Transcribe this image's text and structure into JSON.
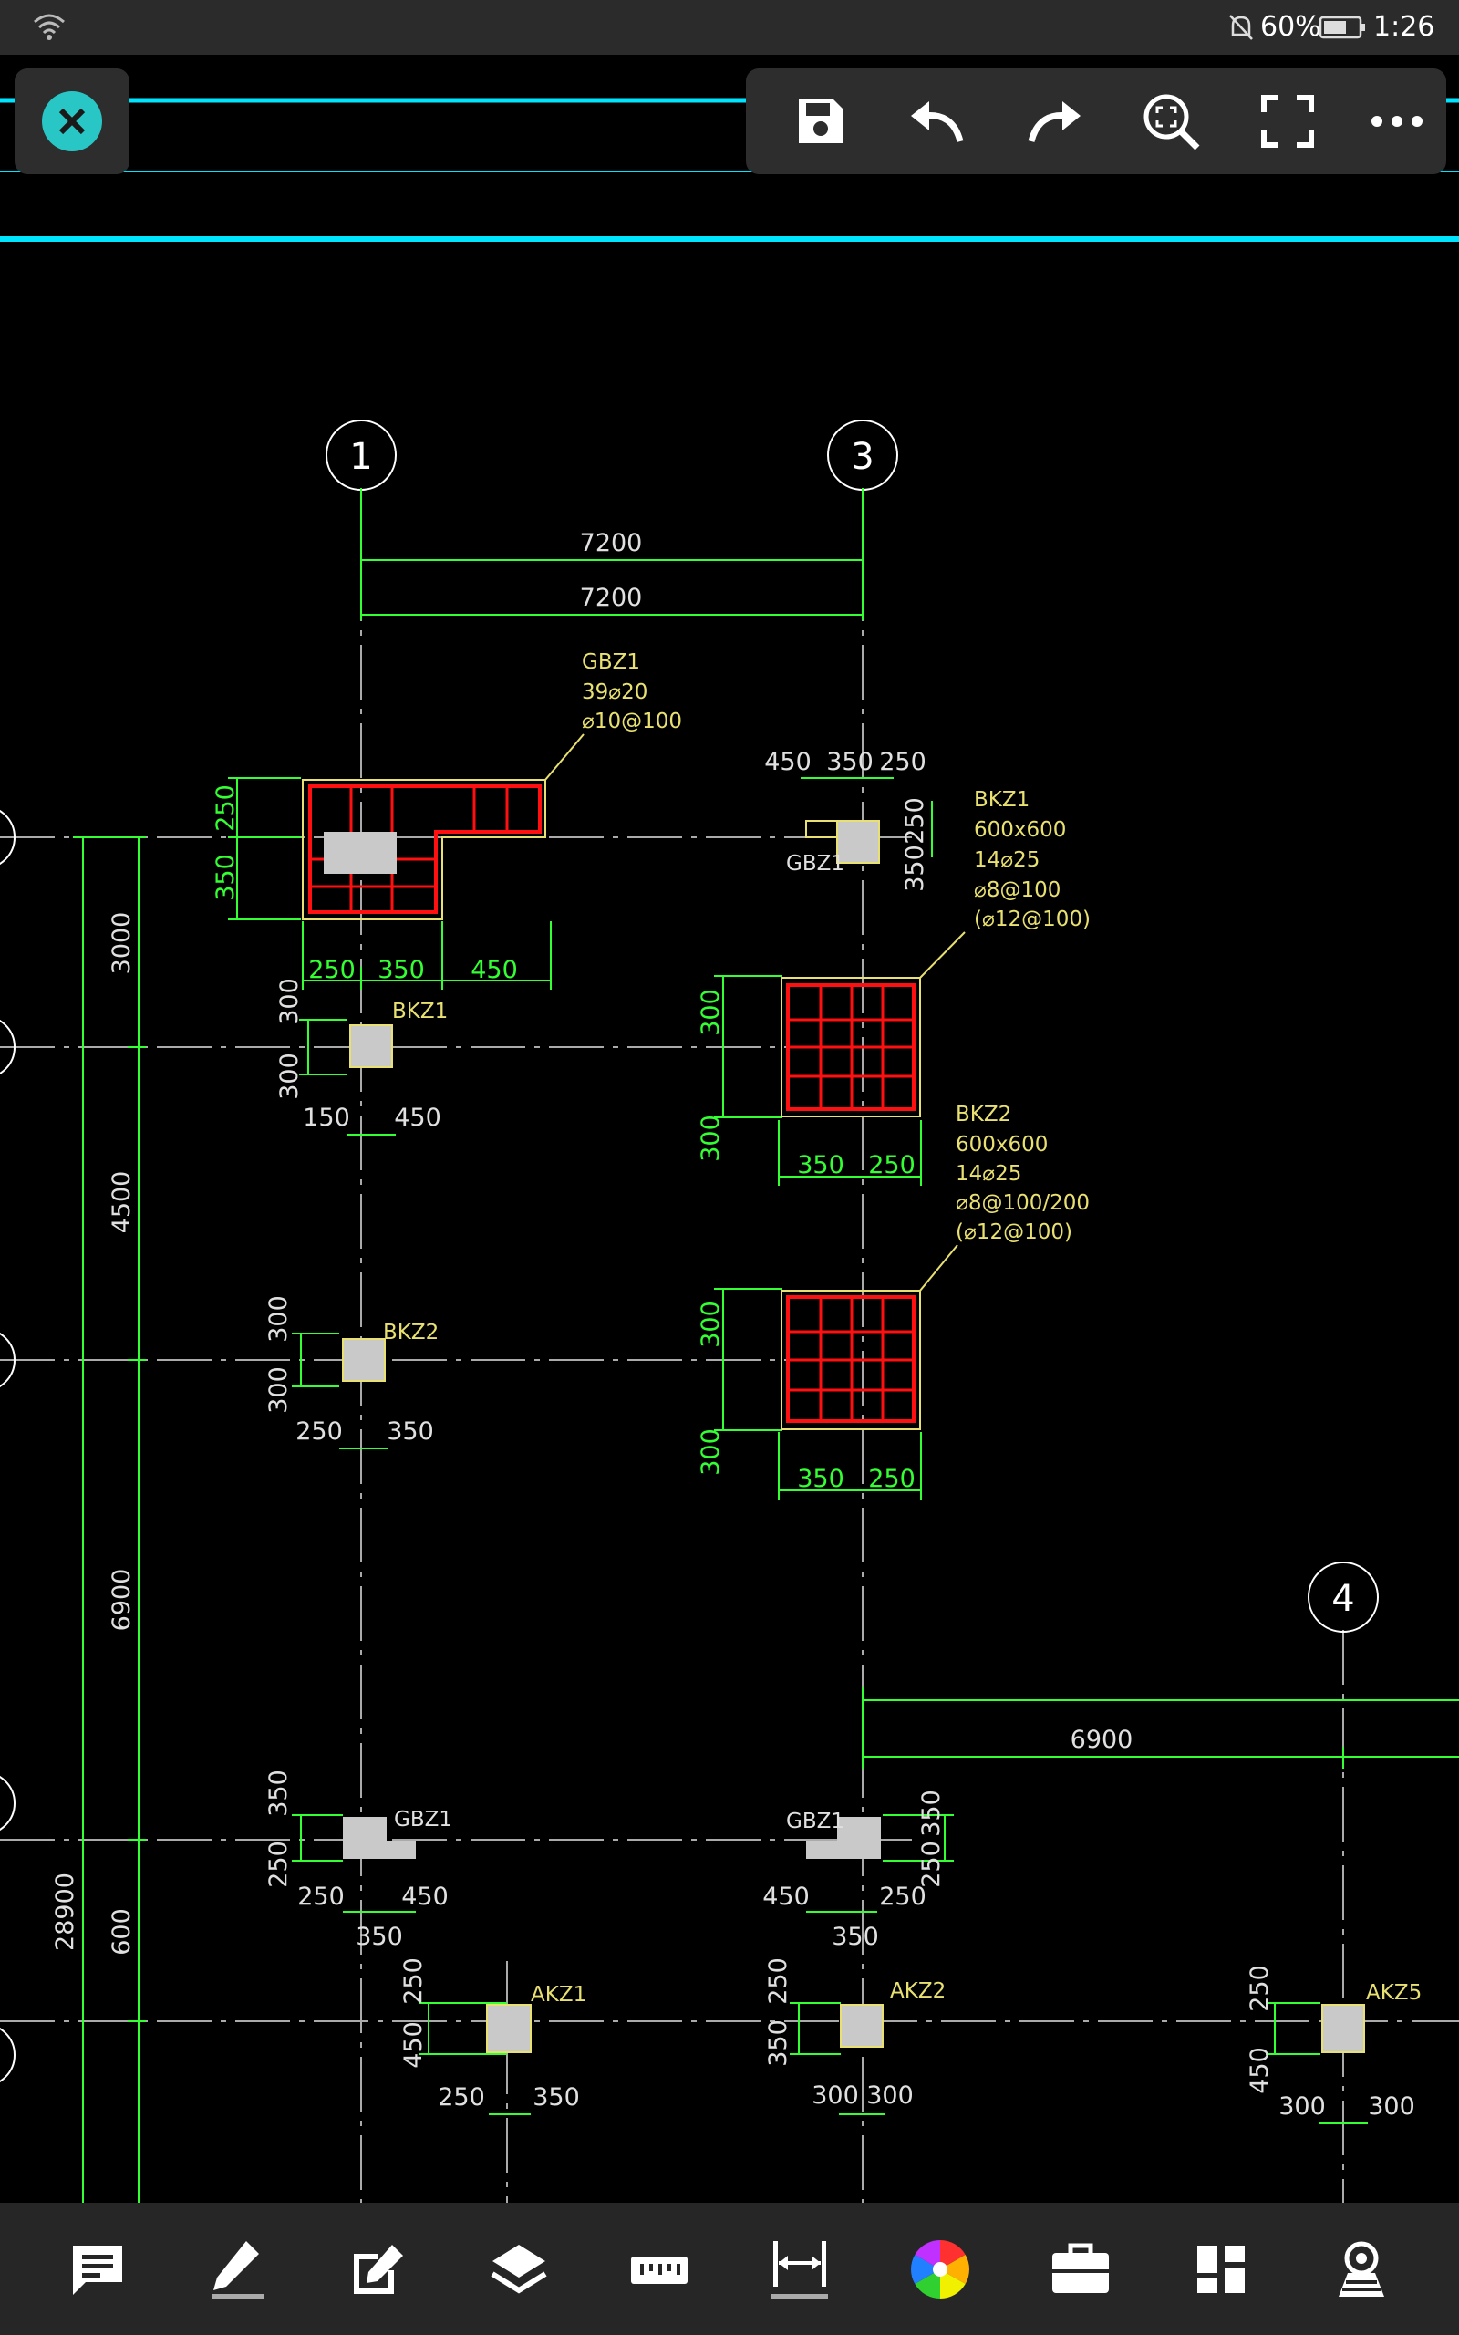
{
  "status": {
    "battery": "60%",
    "time": "1:26"
  },
  "colors": {
    "grid_line": "#33ff33",
    "label": "#e8e070",
    "rebar": "#ff1010",
    "axis": "#ffffff",
    "top_band": "#00e5ff",
    "toolbar": "#2d2d2d"
  },
  "toolbar": {
    "close_icon": "close-icon",
    "buttons": [
      "save-icon",
      "undo-icon",
      "redo-icon",
      "zoom-extents-icon",
      "fullscreen-icon",
      "more-icon"
    ]
  },
  "axes": {
    "a1": "1",
    "a3": "3",
    "a4": "4"
  },
  "dims": {
    "top1": "7200",
    "top2": "7200",
    "gbz_w1": "250",
    "gbz_w2": "350",
    "gbz_w3": "450",
    "gbz_h1": "250",
    "gbz_h2": "350",
    "r1_a": "450",
    "r1_b": "350",
    "r1_c": "250",
    "r1_v1": "250",
    "r1_v2": "350",
    "left_3000": "3000",
    "left_4500": "4500",
    "left_6900": "6900",
    "left_600": "600",
    "left_28900": "28900",
    "bkz1_v1": "300",
    "bkz1_v2": "300",
    "bkz1_h1": "150",
    "bkz1_h2": "450",
    "bkz1d_v1": "300",
    "bkz1d_v2": "300",
    "bkz1d_h1": "350",
    "bkz1d_h2": "250",
    "bkz2_v1": "300",
    "bkz2_v2": "300",
    "bkz2_h1": "250",
    "bkz2_h2": "350",
    "bkz2d_v1": "300",
    "bkz2d_v2": "300",
    "bkz2d_h1": "350",
    "bkz2d_h2": "250",
    "right_6900": "6900",
    "g1_v1": "350",
    "g1_v2": "250",
    "g1_h1": "250",
    "g1_h2": "450",
    "g1_h3": "350",
    "g2_v1": "350",
    "g2_v2": "250",
    "g2_h1": "450",
    "g2_h2": "250",
    "g2_h3": "350",
    "akz1_v1": "250",
    "akz1_v2": "450",
    "akz1_h1": "250",
    "akz1_h2": "350",
    "akz2_v1": "250",
    "akz2_v2": "350",
    "akz2_h1": "300",
    "akz2_h2": "300",
    "akz5_v1": "250",
    "akz5_v2": "450",
    "akz5_h1": "300",
    "akz5_h2": "300"
  },
  "labels": {
    "gbz1_detail": [
      "GBZ1",
      "39⌀20",
      "⌀10@100"
    ],
    "bkz1_detail": [
      "BKZ1",
      "600x600",
      "14⌀25",
      "⌀8@100",
      "(⌀12@100)"
    ],
    "bkz2_detail": [
      "BKZ2",
      "600x600",
      "14⌀25",
      "⌀8@100/200",
      "(⌀12@100)"
    ],
    "gbz1_small": "GBZ1",
    "bkz1": "BKZ1",
    "bkz2": "BKZ2",
    "gbz1_a": "GBZ1",
    "gbz1_b": "GBZ1",
    "akz1": "AKZ1",
    "akz2": "AKZ2",
    "akz5": "AKZ5"
  },
  "bottom": [
    "comment-icon",
    "pen-icon",
    "edit-icon",
    "layers-icon",
    "ruler-icon",
    "dimension-icon",
    "color-wheel-icon",
    "toolbox-icon",
    "dashboard-icon",
    "viewer-icon"
  ]
}
